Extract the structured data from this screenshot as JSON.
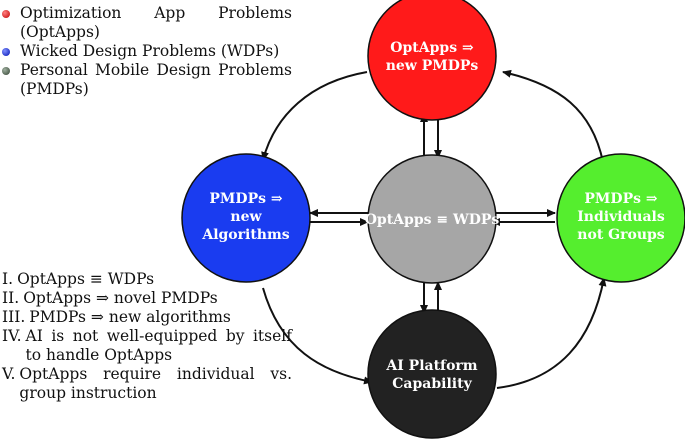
{
  "legend": [
    {
      "label": "Optimization App Problems (OptApps)",
      "color": "#e02020",
      "icon": "red-dot"
    },
    {
      "label": "Wicked Design Problems (WDPs)",
      "color": "#2040e0",
      "icon": "blue-dot"
    },
    {
      "label": "Personal Mobile Design Problems (PMDPs)",
      "color": "#607060",
      "icon": "gray-dot"
    }
  ],
  "findings": [
    {
      "num": "I.",
      "text": "OptApps ≡ WDPs"
    },
    {
      "num": "II.",
      "text": "OptApps ⇒ novel PMDPs"
    },
    {
      "num": "III.",
      "text": "PMDPs ⇒ new algorithms"
    },
    {
      "num": "IV.",
      "text": "AI is not well-equipped by itself to handle OptApps"
    },
    {
      "num": "V.",
      "text": "OptApps require individual vs. group instruction"
    }
  ],
  "nodes": {
    "top": {
      "lines": [
        "OptApps ⇒",
        "new PMDPs"
      ],
      "color": "#ff1a1a"
    },
    "left": {
      "lines": [
        "PMDPs ⇒",
        "new",
        "Algorithms"
      ],
      "color": "#1a3cf0"
    },
    "center": {
      "lines": [
        "OptApps ≡ WDPs"
      ],
      "color": "#a6a6a6"
    },
    "right": {
      "lines": [
        "PMDPs ⇒",
        "Individuals",
        "not Groups"
      ],
      "color": "#55ee2e"
    },
    "bottom": {
      "lines": [
        "AI Platform",
        "Capability"
      ],
      "color": "#222222"
    }
  }
}
